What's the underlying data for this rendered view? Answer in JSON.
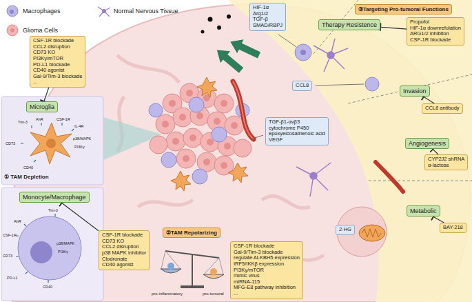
{
  "diagram": {
    "nodes": [
      {
        "text": [
          "HIF-1α",
          "Arg1/2",
          "TGF-β",
          "SMAD/RBPJ"
        ]
      },
      {
        "text": [
          "③Targeting Pro-tumoral Functions"
        ]
      },
      {
        "text": [
          "Propofol",
          "HIF-1α downrefulation",
          "ARG1/2 inhibiton",
          "CSF-1R blockade"
        ]
      },
      {
        "text": [
          "Therapy Resistence"
        ]
      },
      {
        "text": [
          "Invasion"
        ]
      },
      {
        "text": [
          "CCL8"
        ]
      },
      {
        "text": [
          "CCL8 antibody"
        ]
      },
      {
        "text": [
          "Angiogenesis"
        ]
      },
      {
        "text": [
          "CYP2J2 shRNA",
          "α-lactose"
        ]
      },
      {
        "text": [
          "TGF-β1-αvβ3",
          "cytochrome P450",
          "epoxyeicosatrienoic acid",
          "VEGF"
        ]
      },
      {
        "text": [
          "Metabolic"
        ]
      },
      {
        "text": [
          "2-HG"
        ]
      },
      {
        "text": [
          "BAY-218"
        ]
      },
      {
        "text": [
          "CSF-1R blockade",
          "CCL2 disruption",
          "CD73 KO",
          "PI3Kγ/mTOR",
          "PD-L1 blockade",
          "CD40 agonist",
          "Gal-9/Tim-3 blockade",
          "..."
        ]
      },
      {
        "text": [
          "Microglia"
        ]
      },
      {
        "text": [
          "Monocyte/Macrophage"
        ]
      },
      {
        "text": [
          "CSF-1R blockade",
          "CD73 KO",
          "CCL2 disruption",
          "p38 MAPK inhibitor",
          "Clodronate",
          "CD40 agonist"
        ]
      },
      {
        "text": [
          "②TAM Repolarizing"
        ]
      },
      {
        "text": [
          "CSF-1R blockade",
          "Gal-9/Tim-3 blockade",
          "regulate ALKBH5 expression",
          "IRF5/IKKβ expression",
          "PI3Kγ/mTOR",
          "mimic virus",
          "miRNA-115",
          "MFG-E8 pathway inhibition",
          "..."
        ]
      }
    ],
    "edges": [
      {
        "from": 2,
        "to": 3,
        "arrow": "to"
      },
      {
        "from": 6,
        "to": 4,
        "arrow": "to"
      },
      {
        "from": 8,
        "to": 7,
        "arrow": "to"
      },
      {
        "from": 12,
        "to": 10,
        "arrow": "to"
      },
      {
        "from": 13,
        "to": 14,
        "arrow": "to"
      },
      {
        "from": 16,
        "to": 15,
        "arrow": "to"
      }
    ],
    "labels": [
      "① TAM Depletion",
      "Tim-3",
      "AhR",
      "CSF-1R",
      "IL-4R",
      "p38/MAPK",
      "PI3Kγ",
      "CD73",
      "CD40",
      "AhR",
      "Tim-3",
      "CSF-1R",
      "p38/MAPK",
      "PI3Kγ",
      "CD73",
      "PD-L1",
      "CD40",
      "pro-inflammatory",
      "pro-tumoral"
    ],
    "legend": [
      {
        "text": "Macrophages"
      },
      {
        "text": "Glioma Cells"
      },
      {
        "text": "Normal Nervous Tissue"
      }
    ]
  }
}
